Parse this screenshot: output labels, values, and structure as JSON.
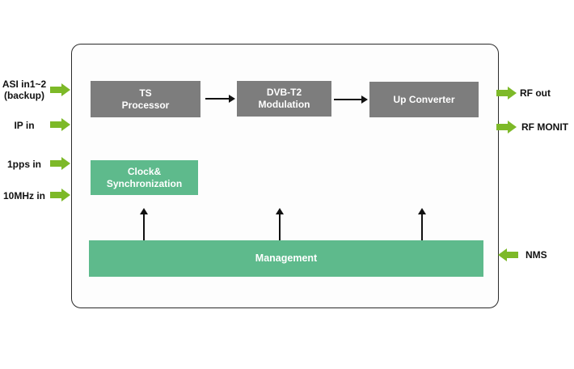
{
  "diagram": {
    "inputs": {
      "asi": {
        "line1": "ASI in1~2",
        "line2": "(backup)"
      },
      "ip": "IP in",
      "pps": "1pps in",
      "mhz": "10MHz in"
    },
    "outputs": {
      "rf_out": "RF out",
      "rf_monit": "RF MONIT",
      "nms": "NMS"
    },
    "blocks": {
      "ts_processor": {
        "line1": "TS",
        "line2": "Processor"
      },
      "dvbt2_modulation": {
        "line1": "DVB-T2",
        "line2": "Modulation"
      },
      "up_converter": "Up Converter",
      "clock_sync": {
        "line1": "Clock&",
        "line2": "Synchronization"
      },
      "management": "Management"
    }
  },
  "colors": {
    "block_gray": "#7d7d7d",
    "block_green": "#5eba8c",
    "arrow_green": "#7db928"
  }
}
